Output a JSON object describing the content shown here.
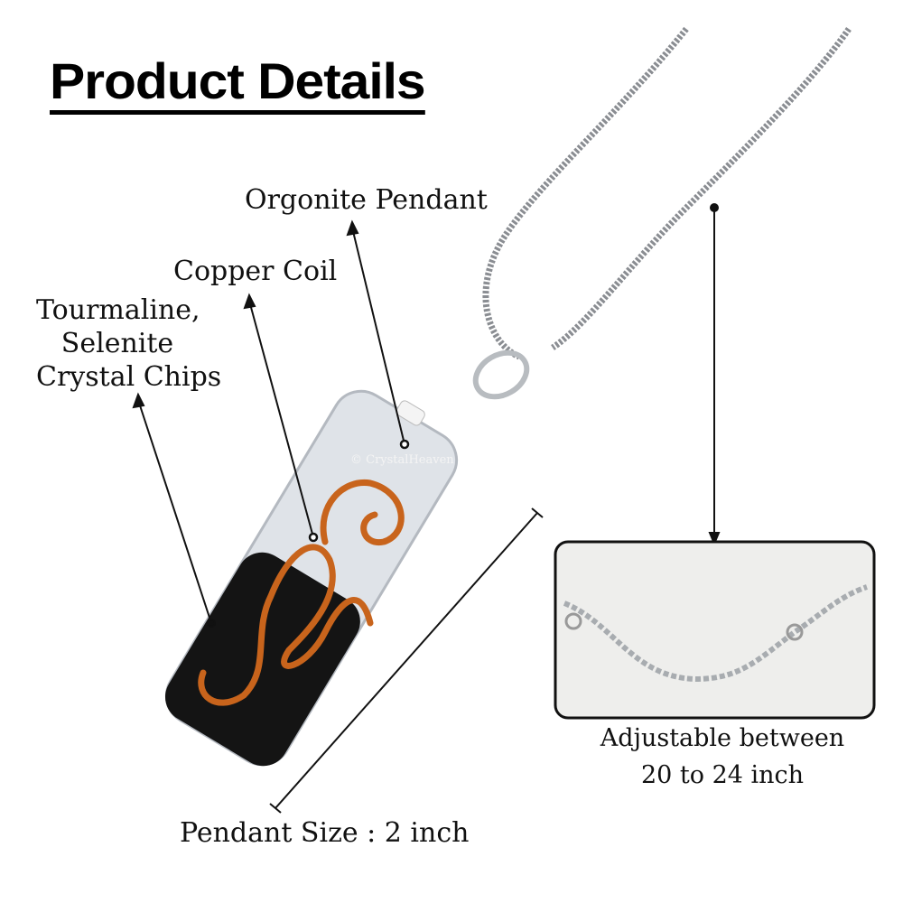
{
  "title": "Product Details",
  "labels": {
    "orgonite": "Orgonite Pendant",
    "copper": "Copper Coil",
    "crystal_line1": "Tourmaline,",
    "crystal_line2": "Selenite",
    "crystal_line3": "Crystal Chips",
    "size": "Pendant Size : 2 inch",
    "adjust_line1": "Adjustable between",
    "adjust_line2": "20 to 24 inch"
  },
  "watermark": "© CrystalHeaven",
  "colors": {
    "copper": "#c8641c",
    "black": "#111111",
    "selenite": "#dfe3e8"
  }
}
